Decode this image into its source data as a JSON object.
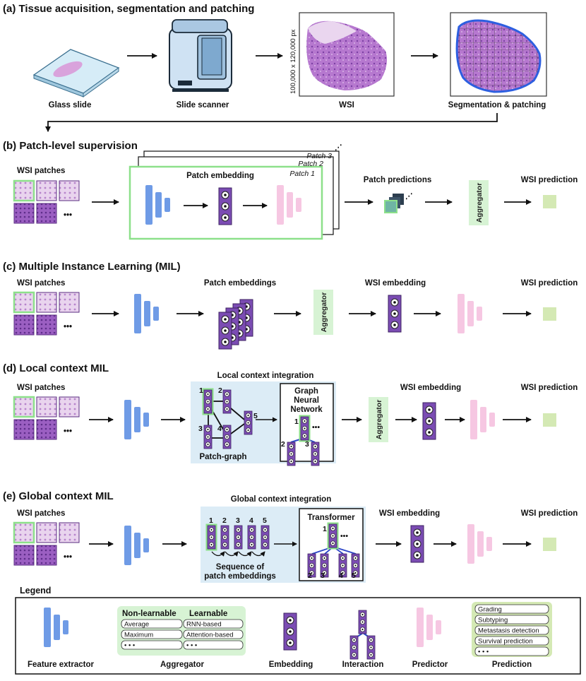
{
  "sections": {
    "a": {
      "title": "(a) Tissue acquisition, segmentation and patching",
      "glass_slide": "Glass slide",
      "slide_scanner": "Slide scanner",
      "wsi": "WSI",
      "seg": "Segmentation & patching",
      "dim": "100,000 x 120,000 px"
    },
    "b": {
      "title": "(b) Patch-level supervision",
      "wsi_patches": "WSI patches",
      "patch_embedding": "Patch embedding",
      "patch1": "Patch 1",
      "patch2": "Patch 2",
      "patch3": "Patch 3",
      "patch_predictions": "Patch predictions",
      "aggregator": "Aggregator",
      "wsi_prediction": "WSI prediction"
    },
    "c": {
      "title": "(c) Multiple Instance Learning (MIL)",
      "wsi_patches": "WSI patches",
      "patch_embeddings": "Patch embeddings",
      "aggregator": "Aggregator",
      "wsi_embedding": "WSI embedding",
      "wsi_prediction": "WSI prediction"
    },
    "d": {
      "title": "(d) Local context MIL",
      "wsi_patches": "WSI patches",
      "local_context": "Local context integration",
      "patch_graph": "Patch-graph",
      "gnn1": "Graph",
      "gnn2": "Neural",
      "gnn3": "Network",
      "aggregator": "Aggregator",
      "wsi_embedding": "WSI embedding",
      "wsi_prediction": "WSI prediction",
      "nodes": [
        "1",
        "2",
        "3",
        "4",
        "5"
      ]
    },
    "e": {
      "title": "(e) Global context MIL",
      "wsi_patches": "WSI patches",
      "global_context": "Global context integration",
      "transformer": "Transformer",
      "seq1": "Sequence of",
      "seq2": "patch embeddings",
      "wsi_embedding": "WSI embedding",
      "wsi_prediction": "WSI prediction",
      "nodes": [
        "1",
        "2",
        "3",
        "4",
        "5"
      ]
    }
  },
  "ellipsis": "•••",
  "legend": {
    "title": "Legend",
    "feature_extractor": "Feature extractor",
    "aggregator": "Aggregator",
    "embedding": "Embedding",
    "interaction": "Interaction",
    "predictor": "Predictor",
    "prediction": "Prediction",
    "non_learnable": "Non-learnable",
    "learnable": "Learnable",
    "non_learnable_items": [
      "Average",
      "Maximum",
      "• • •"
    ],
    "learnable_items": [
      "RNN-based",
      "Attention-based",
      "• • •"
    ],
    "prediction_items": [
      "Grading",
      "Subtyping",
      "Metastasis detection",
      "Survival prediction",
      "• • •"
    ]
  },
  "colors": {
    "extractor": "#6f9be6",
    "embedding": "#7b4cb3",
    "predictor": "#f6c7e2",
    "aggregator_bg": "#d7f3d4",
    "prediction": "#d4e9b4",
    "context_bg": "#dcecf6",
    "patch_outline": "#8de08a",
    "tissue": "#a565c8"
  }
}
